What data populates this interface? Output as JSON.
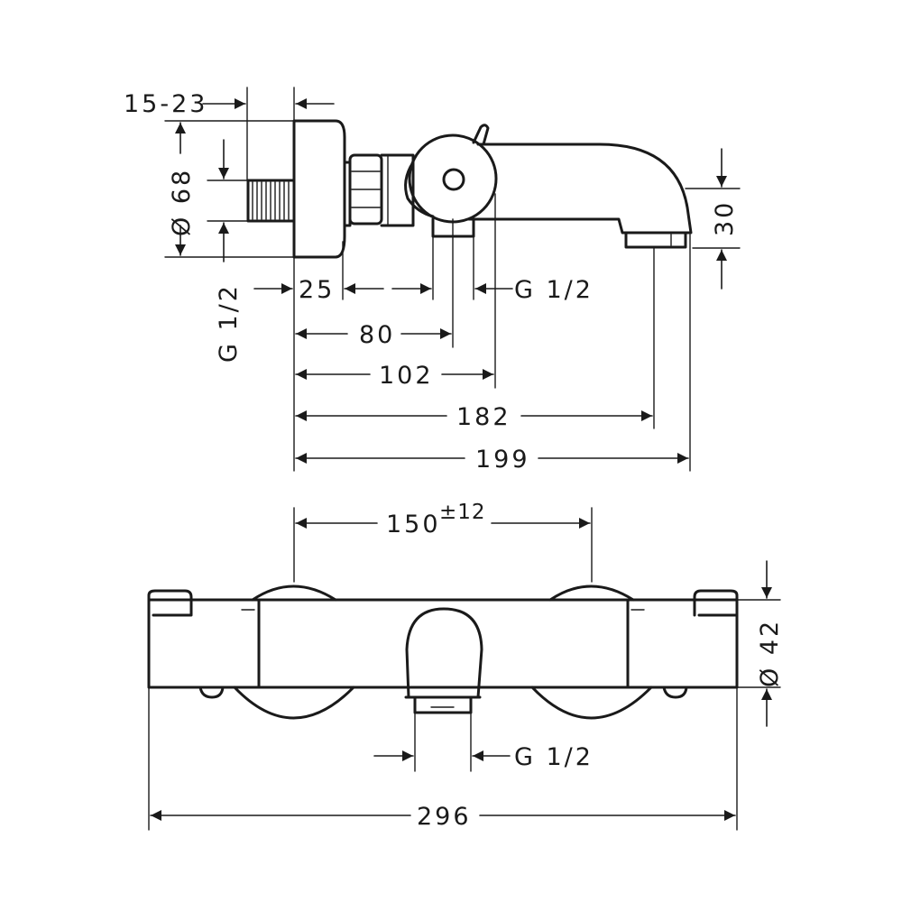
{
  "side_view": {
    "dim_wall_range": "15-23",
    "dim_inlet_diameter": "Ø 68",
    "dim_inlet_thread": "G 1/2",
    "dim_25": "25",
    "dim_outlet_thread": "G 1/2",
    "dim_80": "80",
    "dim_102": "102",
    "dim_182": "182",
    "dim_199": "199",
    "dim_spout_height": "30"
  },
  "front_view": {
    "dim_centres": "150",
    "dim_centres_tol": "±12",
    "dim_body_diameter": "Ø 42",
    "dim_outlet_thread": "G 1/2",
    "dim_overall_width": "296"
  }
}
